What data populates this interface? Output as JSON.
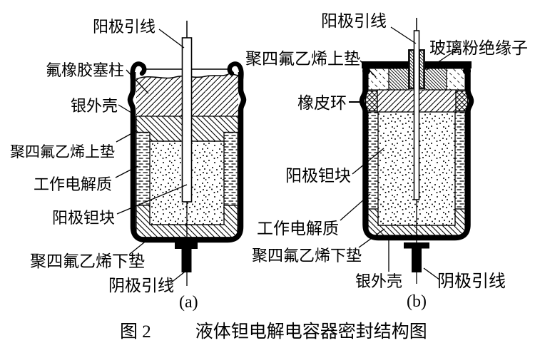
{
  "figure": {
    "caption": {
      "prefix": "图 2",
      "title": "液体钽电解电容器密封结构图"
    },
    "diagram_a": {
      "tag": "(a)",
      "labels": {
        "anode_lead": "阳极引线",
        "fluororubber_plug": "氟橡胶塞柱",
        "silver_case": "银外壳",
        "ptfe_upper_pad": "聚四氟乙烯上垫",
        "working_electrolyte": "工作电解质",
        "anode_tantalum_block": "阳极钽块",
        "ptfe_lower_pad": "聚四氟乙烯下垫",
        "cathode_lead": "阴极引线"
      }
    },
    "diagram_b": {
      "tag": "(b)",
      "labels": {
        "anode_lead": "阳极引线",
        "glass_powder_insulator": "玻璃粉绝缘子",
        "ptfe_upper_pad": "聚四氟乙烯上垫",
        "rubber_ring": "橡皮环",
        "anode_tantalum_block": "阳极钽块",
        "working_electrolyte": "工作电解质",
        "ptfe_lower_pad": "聚四氟乙烯下垫",
        "silver_case": "银外壳",
        "cathode_lead": "阴极引线"
      }
    },
    "colors": {
      "ink": "#000000",
      "background": "#ffffff"
    }
  }
}
